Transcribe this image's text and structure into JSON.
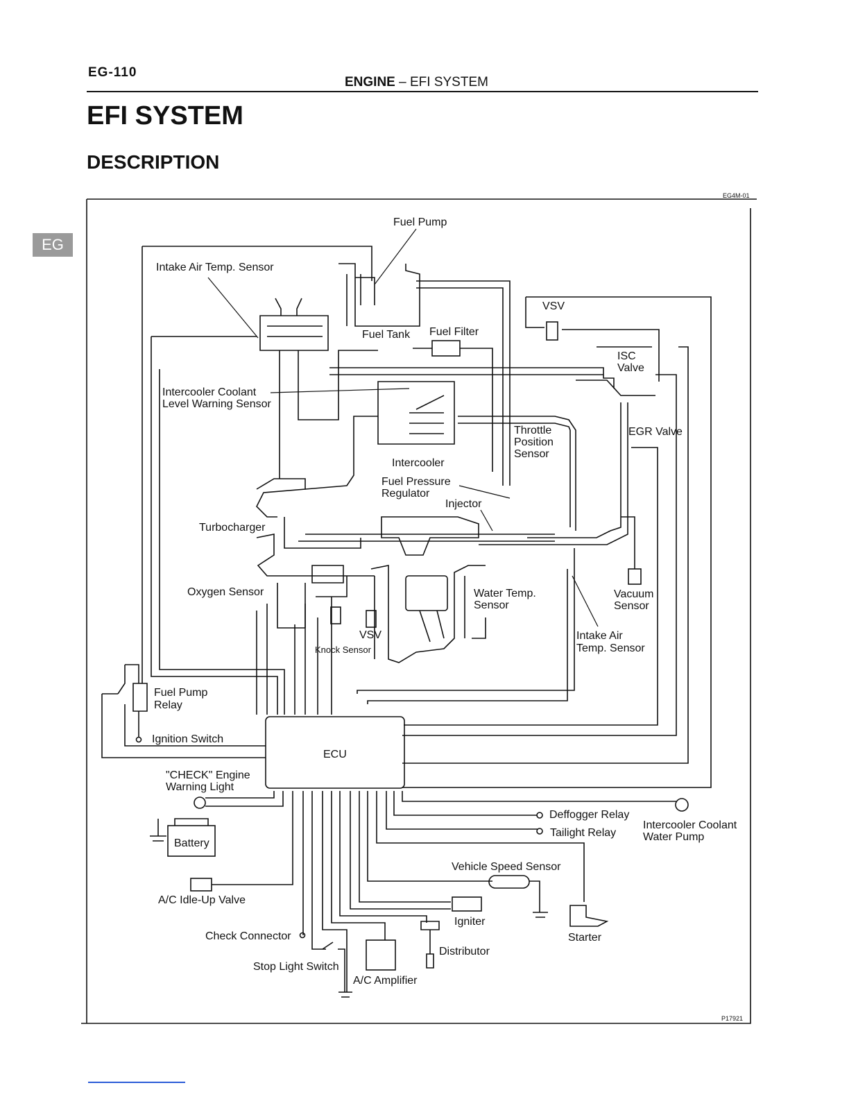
{
  "page": {
    "page_number": "EG-110",
    "running_head": "ENGINE",
    "running_head_sub": "EFI SYSTEM",
    "title": "EFI SYSTEM",
    "section": "DESCRIPTION",
    "side_tab": "EG",
    "figure_code_top": "EG4M-01",
    "figure_code_bottom": "P17921"
  },
  "labels": {
    "fuel_pump": "Fuel Pump",
    "intake_air_temp_top_1": "Intake Air Temp. Sensor",
    "vsv_top": "VSV",
    "fuel_tank": "Fuel Tank",
    "fuel_filter": "Fuel Filter",
    "isc_1": "ISC",
    "isc_2": "Valve",
    "intercooler_level_1": "Intercooler Coolant",
    "intercooler_level_2": "Level Warning Sensor",
    "throttle_1": "Throttle",
    "throttle_2": "Position",
    "throttle_3": "Sensor",
    "egr_valve": "EGR Valve",
    "intercooler": "Intercooler",
    "fpr_1": "Fuel Pressure",
    "fpr_2": "Regulator",
    "injector": "Injector",
    "turbocharger": "Turbocharger",
    "oxygen_sensor": "Oxygen Sensor",
    "water_temp_1": "Water Temp.",
    "water_temp_2": "Sensor",
    "vacuum_1": "Vacuum",
    "vacuum_2": "Sensor",
    "vsv_bottom": "VSV",
    "knock_sensor": "Knock Sensor",
    "intake_air_temp_2_1": "Intake Air",
    "intake_air_temp_2_2": "Temp. Sensor",
    "fuel_pump_relay_1": "Fuel Pump",
    "fuel_pump_relay_2": "Relay",
    "ignition_switch": "Ignition Switch",
    "ecu": "ECU",
    "check_light_1": "\"CHECK\" Engine",
    "check_light_2": "Warning Light",
    "battery": "Battery",
    "defogger_relay": "Deffogger Relay",
    "tailight_relay": "Tailight Relay",
    "ic_pump_1": "Intercooler Coolant",
    "ic_pump_2": "Water Pump",
    "vehicle_speed_sensor": "Vehicle Speed Sensor",
    "ac_idle_up": "A/C Idle-Up Valve",
    "igniter": "Igniter",
    "starter": "Starter",
    "check_connector": "Check Connector",
    "distributor": "Distributor",
    "stop_light_switch": "Stop Light Switch",
    "ac_amplifier": "A/C Amplifier"
  }
}
